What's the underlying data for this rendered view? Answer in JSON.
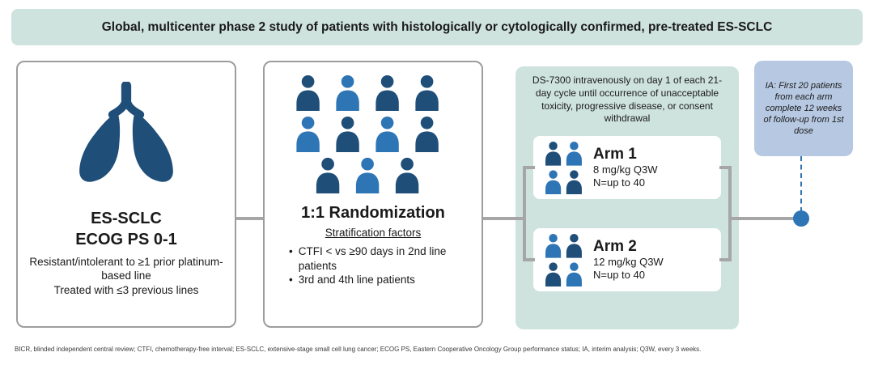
{
  "banner": {
    "title": "Global, multicenter phase 2 study of patients with histologically or cytologically confirmed, pre-treated ES-SCLC"
  },
  "patient_box": {
    "title_line1": "ES-SCLC",
    "title_line2": "ECOG PS 0-1",
    "criteria": [
      "Resistant/intolerant to ≥1 prior platinum-based line",
      "Treated with ≤3 previous lines"
    ]
  },
  "randomization_box": {
    "title": "1:1 Randomization",
    "subtitle": "Stratification factors",
    "bullets": [
      "CTFI < vs ≥90 days in 2nd line patients",
      "3rd and 4th line patients"
    ]
  },
  "treatment_box": {
    "description": "DS-7300 intravenously on day 1 of each 21-day cycle until occurrence of unacceptable toxicity, progressive disease, or consent withdrawal",
    "arms": [
      {
        "name": "Arm 1",
        "dose": "8 mg/kg Q3W",
        "enrollment": "N=up to 40"
      },
      {
        "name": "Arm 2",
        "dose": "12 mg/kg Q3W",
        "enrollment": "N=up to 40"
      }
    ]
  },
  "interim_analysis": {
    "text": "IA: First 20 patients from each arm complete 12 weeks of follow-up from 1st dose"
  },
  "footnote": "BICR, blinded independent central review; CTFI, chemotherapy-free interval; ES-SCLC, extensive-stage small cell lung cancer; ECOG PS, Eastern Cooperative Oncology Group performance status; IA, interim analysis; Q3W, every 3 weeks.",
  "icons": {
    "patient_population": "lungs-icon",
    "randomization": "patients-group-icon",
    "arm": "patients-grid-icon",
    "interim_milestone": "milestone-dot"
  },
  "colors": {
    "banner_bg": "#cfe3de",
    "treatment_bg": "#cfe3de",
    "interim_bg": "#b7c9e2",
    "dark_blue": "#1f4e79",
    "mid_blue": "#2e75b6",
    "connector_gray": "#a6a6a6"
  }
}
